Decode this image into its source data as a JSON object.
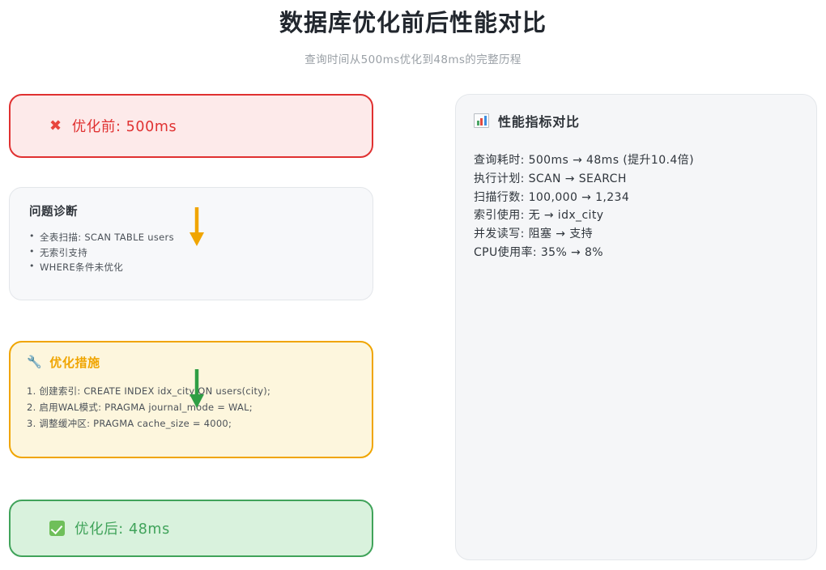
{
  "header": {
    "title": "数据库优化前后性能对比",
    "subtitle": "查询时间从500ms优化到48ms的完整历程"
  },
  "left_column": {
    "before_card": {
      "icon": "cross-mark-icon",
      "label": "优化前: 500ms",
      "accent_color": "#e03131",
      "background_color": "#fdeaea"
    },
    "diagnose_card": {
      "title": "问题诊断",
      "items": [
        "全表扫描: SCAN TABLE users",
        "无索引支持",
        "WHERE条件未优化"
      ],
      "background_color": "#f7f8fa",
      "border_color": "#e3e6ea"
    },
    "arrow_1": {
      "color": "#f0a500",
      "direction": "down"
    },
    "optimize_card": {
      "icon": "wrench-icon",
      "title": "优化措施",
      "items": [
        "1. 创建索引: CREATE INDEX idx_city ON users(city);",
        "2. 启用WAL模式: PRAGMA journal_mode = WAL;",
        "3. 调整缓冲区: PRAGMA cache_size = 4000;"
      ],
      "accent_color": "#f0a500",
      "background_color": "#fdf6dd"
    },
    "arrow_2": {
      "color": "#2f9e44",
      "direction": "down"
    },
    "after_card": {
      "icon": "white-check-mark-icon",
      "label": "优化后: 48ms",
      "accent_color": "#40a35a",
      "background_color": "#d9f2dd"
    }
  },
  "right_column": {
    "metrics_panel": {
      "icon": "bar-chart-icon",
      "title": "性能指标对比",
      "rows": [
        "查询耗时: 500ms → 48ms (提升10.4倍)",
        "执行计划: SCAN → SEARCH",
        "扫描行数: 100,000 → 1,234",
        "索引使用: 无 → idx_city",
        "并发读写: 阻塞 → 支持",
        "CPU使用率: 35% → 8%"
      ],
      "background_color": "#f5f6f8",
      "border_color": "#e4e7eb"
    }
  }
}
